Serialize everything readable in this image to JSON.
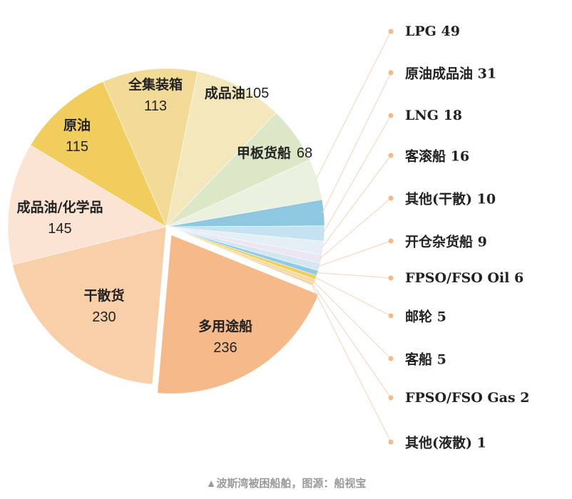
{
  "chart_data": {
    "type": "pie",
    "title": "",
    "slices": [
      {
        "label": "多用途船",
        "value": 236,
        "color": "#f6b98a",
        "exploded": true
      },
      {
        "label": "干散货",
        "value": 230,
        "color": "#f9cfa9"
      },
      {
        "label": "成品油/化学品",
        "value": 145,
        "color": "#fbe4d4"
      },
      {
        "label": "原油",
        "value": 115,
        "color": "#f1cd5e"
      },
      {
        "label": "全集装箱",
        "value": 113,
        "color": "#f2db96"
      },
      {
        "label": "成品油",
        "value": 105,
        "color": "#f3e7bb"
      },
      {
        "label": "甲板货船",
        "value": 68,
        "color": "#dbe7c6"
      },
      {
        "label": "LPG",
        "value": 49,
        "color": "#ebf1df"
      },
      {
        "label": "原油成品油",
        "value": 31,
        "color": "#8ec7e0"
      },
      {
        "label": "LNG",
        "value": 18,
        "color": "#c5e2f0"
      },
      {
        "label": "客滚船",
        "value": 16,
        "color": "#e3eef6"
      },
      {
        "label": "其他(干散)",
        "value": 10,
        "color": "#ebe6f2"
      },
      {
        "label": "开仓杂货船",
        "value": 9,
        "color": "#d5e6f3"
      },
      {
        "label": "FPSO/FSO Oil",
        "value": 6,
        "color": "#8ecbe6"
      },
      {
        "label": "邮轮",
        "value": 5,
        "color": "#f0cd5e"
      },
      {
        "label": "客船",
        "value": 5,
        "color": "#f4dc9a"
      },
      {
        "label": "FPSO/FSO Gas",
        "value": 2,
        "color": "#f3b98a"
      },
      {
        "label": "其他(液散)",
        "value": 1,
        "color": "#f7cfa8"
      }
    ],
    "legend_color": "#f2b98a",
    "leader_line_color": "#f5d9bf"
  },
  "legend_items": [
    "LPG 49",
    "原油成品油  31",
    "LNG 18",
    "客滚船 16",
    "其他(干散) 10",
    "开仓杂货船 9",
    "FPSO/FSO Oil 6",
    "邮轮 5",
    "客船 5",
    "FPSO/FSO Gas 2",
    "其他(液散) 1"
  ],
  "inner_labels": [
    {
      "name": "多用途船",
      "value": "236"
    },
    {
      "name": "干散货",
      "value": "230"
    },
    {
      "name": "成品油/化学品",
      "value": "145"
    },
    {
      "name": "原油",
      "value": "115"
    },
    {
      "name": "全集装箱",
      "value": "113"
    },
    {
      "name": "成品油",
      "value": "105"
    },
    {
      "name": "甲板货船",
      "value": "68"
    }
  ],
  "caption": "▲波斯湾被困船舶，图源：船视宝"
}
